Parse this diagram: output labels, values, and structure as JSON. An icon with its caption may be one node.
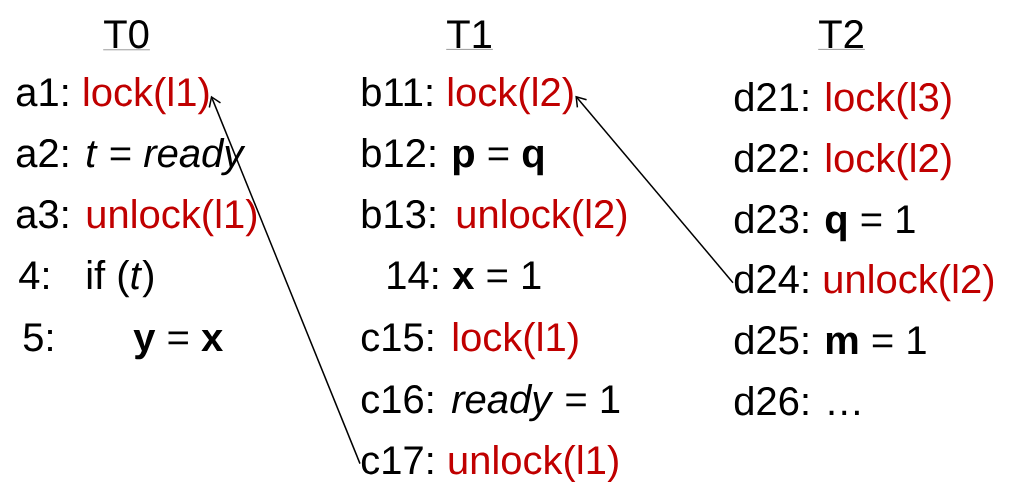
{
  "diagram": {
    "nodes": [
      {
        "text": [
          "a1:",
          "lock(l1)"
        ]
      },
      {
        "text": [
          "b11:",
          "lock(l2)"
        ]
      },
      {
        "text": [
          "d24:",
          "unlock(l2)"
        ]
      },
      {
        "text": [
          "c17:",
          "unlock(l1)"
        ]
      }
    ],
    "edges": [
      {
        "from": 3,
        "to": 0,
        "arrow": "to"
      },
      {
        "from": 2,
        "to": 1,
        "arrow": "to"
      }
    ],
    "labels": [
      "T0",
      "T1",
      "T2",
      "a2:",
      "*t* = *ready*",
      "a3:",
      "unlock(l1)",
      "4:",
      "if (*t*)",
      "5:",
      "**y** = **x**",
      "b12:",
      "**p** = **q**",
      "b13:",
      "unlock(l2)",
      "14:",
      "**x** = 1",
      "c15:",
      "lock(l1)",
      "c16:",
      "*ready* = 1",
      "d21:",
      "lock(l3)",
      "d22:",
      "lock(l2)",
      "d23:",
      "**q** = 1",
      "d25:",
      "**m** = 1",
      "d26:",
      "…"
    ]
  }
}
